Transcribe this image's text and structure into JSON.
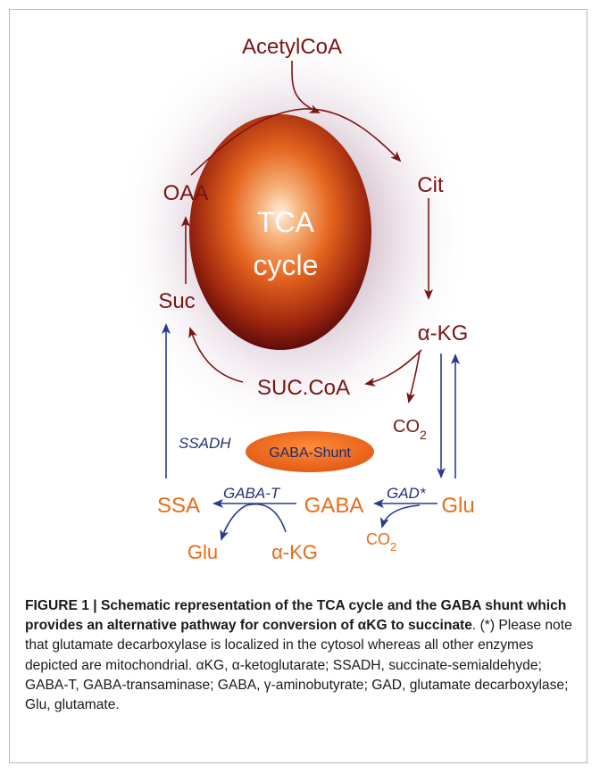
{
  "diagram": {
    "acetyl_coa": "AcetylCoA",
    "cit": "Cit",
    "oaa": "OAA",
    "tca_line1": "TCA",
    "tca_line2": "cycle",
    "suc": "Suc",
    "akg_upper": "α-KG",
    "succoa": "SUC.CoA",
    "co2_upper": "CO",
    "co2_upper_sub": "2",
    "ssadh": "SSADH",
    "gaba_shunt": "GABA-Shunt",
    "ssa": "SSA",
    "gaba_t": "GABA-T",
    "gaba": "GABA",
    "gad": "GAD*",
    "glu_right": "Glu",
    "glu_left": "Glu",
    "akg_lower": "α-KG",
    "co2_lower": "CO",
    "co2_lower_sub": "2",
    "colors": {
      "maroon": "#7a1414",
      "orange": "#ea6b18",
      "blue": "#2a3a8c"
    }
  },
  "caption": {
    "heading": "FIGURE 1 | Schematic representation of the TCA cycle and the GABA shunt which provides an alternative pathway for conversion of αKG to succinate",
    "body": ". (*) Please note that glutamate decarboxylase is localized in the cytosol whereas all other enzymes depicted are mitochondrial. αKG, α-ketoglutarate; SSADH, succinate-semialdehyde; GABA-T, GABA-transaminase; GABA, γ-aminobutyrate; GAD, glutamate decarboxylase; Glu, glutamate."
  }
}
